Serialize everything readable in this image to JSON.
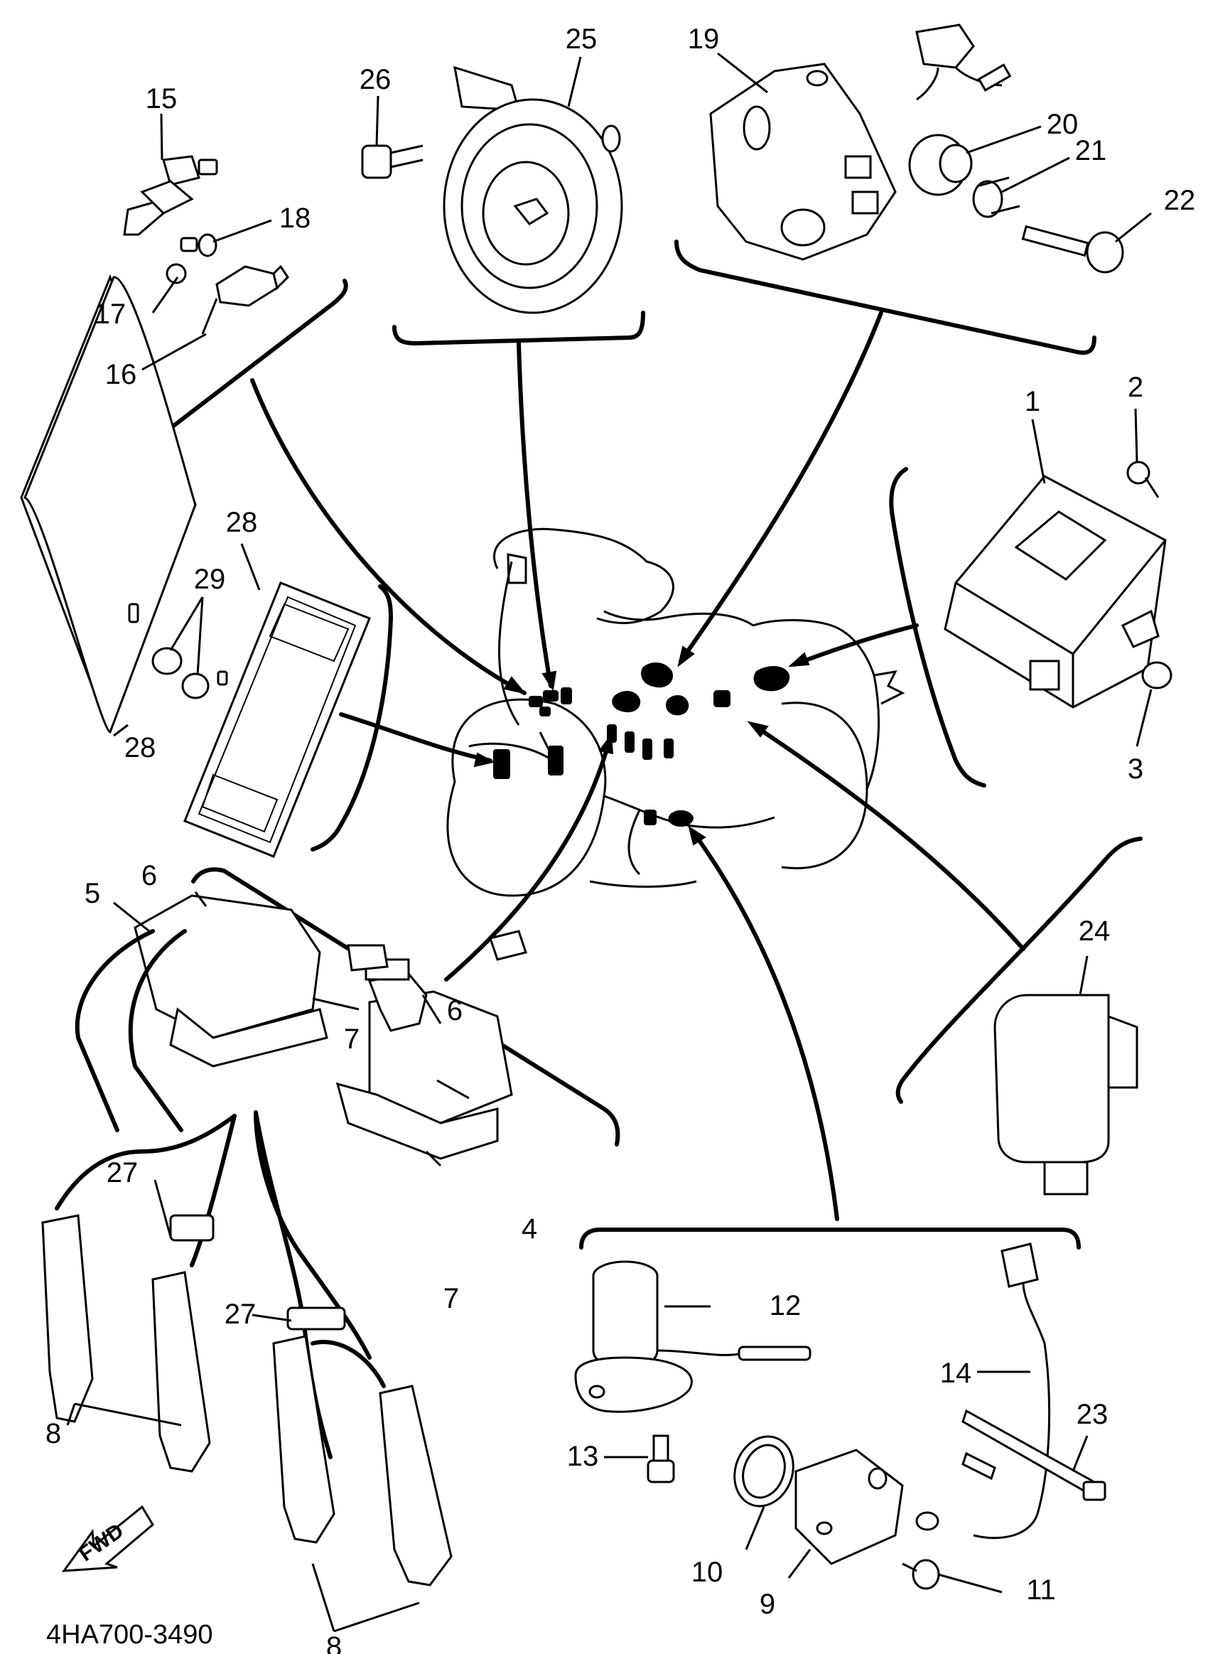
{
  "diagram": {
    "drawing_code": "4HA700-3490",
    "direction_label": "FWD",
    "callouts": [
      {
        "id": "c1",
        "text": "1",
        "part": "control-unit"
      },
      {
        "id": "c2",
        "text": "2",
        "part": "screw"
      },
      {
        "id": "c3",
        "text": "3",
        "part": "nut"
      },
      {
        "id": "c4",
        "text": "4",
        "part": "ignition-coil"
      },
      {
        "id": "c5",
        "text": "5",
        "part": "ignition-coil"
      },
      {
        "id": "c6a",
        "text": "6",
        "part": "coil-bracket"
      },
      {
        "id": "c6b",
        "text": "6",
        "part": "coil-bracket"
      },
      {
        "id": "c7a",
        "text": "7",
        "part": "coil-damper"
      },
      {
        "id": "c7b",
        "text": "7",
        "part": "coil-damper"
      },
      {
        "id": "c8a",
        "text": "8",
        "part": "plug-cap"
      },
      {
        "id": "c8b",
        "text": "8",
        "part": "plug-cap"
      },
      {
        "id": "c9",
        "text": "9",
        "part": "neutral-switch-plate"
      },
      {
        "id": "c10",
        "text": "10",
        "part": "o-ring"
      },
      {
        "id": "c11",
        "text": "11",
        "part": "screw"
      },
      {
        "id": "c12",
        "text": "12",
        "part": "oil-level-switch"
      },
      {
        "id": "c13",
        "text": "13",
        "part": "bolt"
      },
      {
        "id": "c14",
        "text": "14",
        "part": "lead"
      },
      {
        "id": "c15",
        "text": "15",
        "part": "thermo-switch"
      },
      {
        "id": "c16",
        "text": "16",
        "part": "temperature-sensor"
      },
      {
        "id": "c17",
        "text": "17",
        "part": "screw"
      },
      {
        "id": "c18",
        "text": "18",
        "part": "washer"
      },
      {
        "id": "c19",
        "text": "19",
        "part": "relay-unit"
      },
      {
        "id": "c20",
        "text": "20",
        "part": "grommet"
      },
      {
        "id": "c21",
        "text": "21",
        "part": "collar"
      },
      {
        "id": "c22",
        "text": "22",
        "part": "bolt"
      },
      {
        "id": "c23",
        "text": "23",
        "part": "band"
      },
      {
        "id": "c24",
        "text": "24",
        "part": "flasher-relay"
      },
      {
        "id": "c25",
        "text": "25",
        "part": "horn"
      },
      {
        "id": "c26",
        "text": "26",
        "part": "bolt"
      },
      {
        "id": "c27a",
        "text": "27",
        "part": "clamp"
      },
      {
        "id": "c27b",
        "text": "27",
        "part": "clamp"
      },
      {
        "id": "c28a",
        "text": "28",
        "part": "reflector"
      },
      {
        "id": "c28b",
        "text": "28",
        "part": "reflector"
      },
      {
        "id": "c29",
        "text": "29",
        "part": "nut"
      }
    ]
  }
}
